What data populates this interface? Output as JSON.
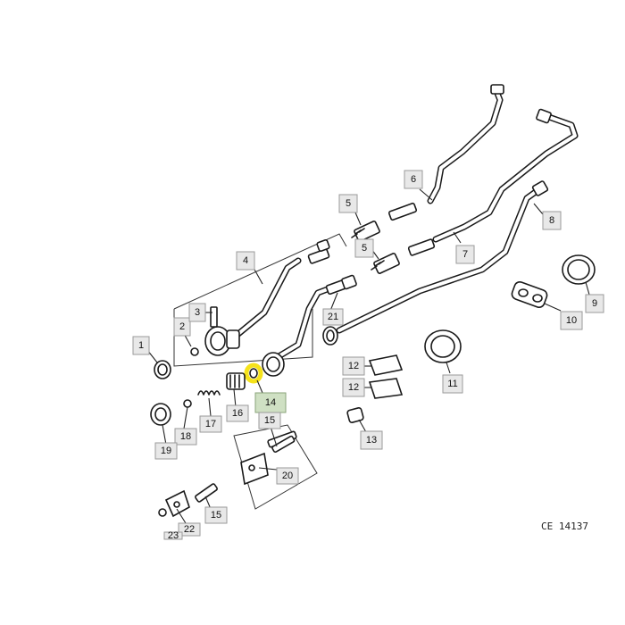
{
  "diagram": {
    "reference_code": "CE 14137",
    "callouts": [
      {
        "id": "c1",
        "label": "1"
      },
      {
        "id": "c2",
        "label": "2"
      },
      {
        "id": "c3",
        "label": "3"
      },
      {
        "id": "c4",
        "label": "4"
      },
      {
        "id": "c5a",
        "label": "5"
      },
      {
        "id": "c5b",
        "label": "5"
      },
      {
        "id": "c6",
        "label": "6"
      },
      {
        "id": "c7",
        "label": "7"
      },
      {
        "id": "c8",
        "label": "8"
      },
      {
        "id": "c9",
        "label": "9"
      },
      {
        "id": "c10",
        "label": "10"
      },
      {
        "id": "c11",
        "label": "11"
      },
      {
        "id": "c12a",
        "label": "12"
      },
      {
        "id": "c12b",
        "label": "12"
      },
      {
        "id": "c13",
        "label": "13"
      },
      {
        "id": "c14",
        "label": "14",
        "highlighted": true
      },
      {
        "id": "c15a",
        "label": "15"
      },
      {
        "id": "c15b",
        "label": "15"
      },
      {
        "id": "c16",
        "label": "16"
      },
      {
        "id": "c17",
        "label": "17"
      },
      {
        "id": "c18",
        "label": "18"
      },
      {
        "id": "c19",
        "label": "19"
      },
      {
        "id": "c20",
        "label": "20"
      },
      {
        "id": "c21",
        "label": "21"
      },
      {
        "id": "c22",
        "label": "22"
      },
      {
        "id": "c23",
        "label": "23"
      }
    ],
    "colors": {
      "highlight": "#f5e21a",
      "callout_fill": "#e8e8e8",
      "callout_highlight_fill": "#cfe0c3"
    }
  }
}
